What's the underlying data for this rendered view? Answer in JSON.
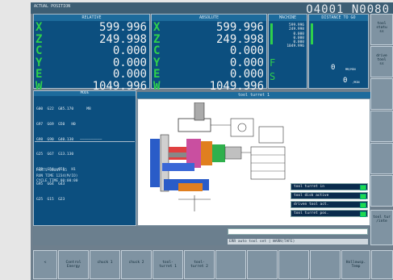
{
  "header": {
    "mode_label": "ACTUAL POSITION",
    "program": "O4001 N0080"
  },
  "relative": {
    "title": "RELATIVE",
    "axes": [
      "X",
      "Z",
      "C",
      "Y",
      "E",
      "W"
    ],
    "values": [
      "599.996",
      "249.998",
      "0.000",
      "0.000",
      "0.000",
      "1049.996"
    ]
  },
  "absolute": {
    "title": "ABSOLUTE",
    "axes": [
      "X",
      "Z",
      "C",
      "Y",
      "E",
      "W"
    ],
    "values": [
      "599.996",
      "249.998",
      "0.000",
      "0.000",
      "0.000",
      "1049.996"
    ]
  },
  "machine": {
    "title": "MACHINE",
    "values": [
      "599.996",
      "249.998",
      "0.000",
      "0.000",
      "0.000",
      "1049.996"
    ]
  },
  "distance": {
    "title": "DISTANCE TO GO"
  },
  "feed": {
    "f_label": "F",
    "s_label": "S",
    "f_value": "0",
    "f_unit": "MM/MIN",
    "s_value": "0",
    "s_unit": "/MIN"
  },
  "mode": {
    "title": "MODE",
    "rows": [
      "G00  G22  G85.170      M8",
      "G97  G69  G50   H0",
      "G98  G90  G40.130   ——————————",
      "G25  G67  G13.130",
      "G79  G54  G51   H1",
      "G95  G64  G43",
      "G25  G15  G23"
    ],
    "info": "PARTS COUNT            55\nRUN TIME       1234(M/IO)\nCYCLE TIME        00:00:00"
  },
  "turret": {
    "title": "tool turret 1"
  },
  "tool_buttons": [
    "tool turret in",
    "tool disk active",
    "driven tool act.",
    "tool turret pos."
  ],
  "right_buttons": [
    "tool\nstatu\nss",
    "drive\ntool\nss",
    "",
    "",
    "",
    "",
    ""
  ],
  "right_small": "tool tur\n/inte",
  "message": {
    "input": "",
    "status": "ERR  auto tool set        |  WARN(TAFE)"
  },
  "softkeys": [
    "<",
    "Control\nEnergy",
    "chuck 1",
    "chuck 2",
    "tool-\nturret 1",
    "tool-\nturret 2",
    "",
    "",
    "",
    "",
    "",
    "Hollowsp.\nTemp",
    ""
  ]
}
